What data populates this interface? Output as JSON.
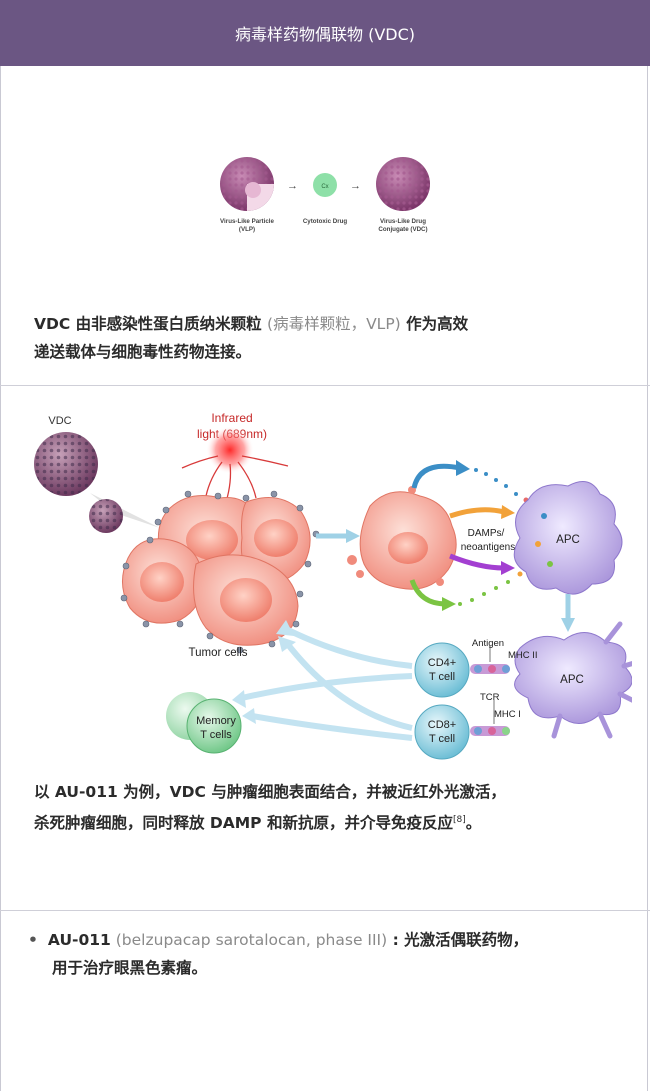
{
  "header": {
    "title": "病毒样药物偶联物 (VDC)"
  },
  "diagram1": {
    "vlp_label_1": "Virus-Like Particle",
    "vlp_label_2": "(VLP)",
    "drug_label": "Cytotoxic Drug",
    "drug_badge": "Cx",
    "vdc_label_1": "Virus-Like Drug",
    "vdc_label_2": "Conjugate (VDC)"
  },
  "section1": {
    "line1_a": "VDC 由非感染性蛋白质纳米颗粒 ",
    "line1_b": "(病毒样颗粒，VLP)",
    "line1_c": " 作为高效",
    "line2": "递送载体与细胞毒性药物连接。"
  },
  "diagram2": {
    "vdc_label": "VDC",
    "infrared_1": "Infrared",
    "infrared_2": "light (689nm)",
    "tumor_label": "Tumor cells",
    "damps_1": "DAMPs/",
    "damps_2": "neoantigens",
    "apc_top": "APC",
    "apc_bottom": "APC",
    "cd4_1": "CD4+",
    "cd4_2": "T cell",
    "cd8_1": "CD8+",
    "cd8_2": "T cell",
    "antigen": "Antigen",
    "mhc2": "MHC II",
    "tcr": "TCR",
    "mhc1": "MHC I",
    "memory_1": "Memory",
    "memory_2": "T cells"
  },
  "section2": {
    "line1": "以 AU-011 为例，VDC 与肿瘤细胞表面结合，并被近红外光激活，",
    "line2": "杀死肿瘤细胞，同时释放 DAMP 和新抗原，并介导免疫反应",
    "ref": "[8]",
    "line2_end": "。"
  },
  "bullet": {
    "dot": "•",
    "name": "AU-011",
    "detail": " (belzupacap sarotalocan, phase III)",
    "line1_rest": " : 光激活偶联药物，",
    "line2": "用于治疗眼黑色素瘤。"
  },
  "colors": {
    "header_bg": "#6b5683",
    "tumor": "#f4a497",
    "apc": "#b9a8df",
    "tcell": "#7fc8dc",
    "memory": "#8fd3a0"
  }
}
